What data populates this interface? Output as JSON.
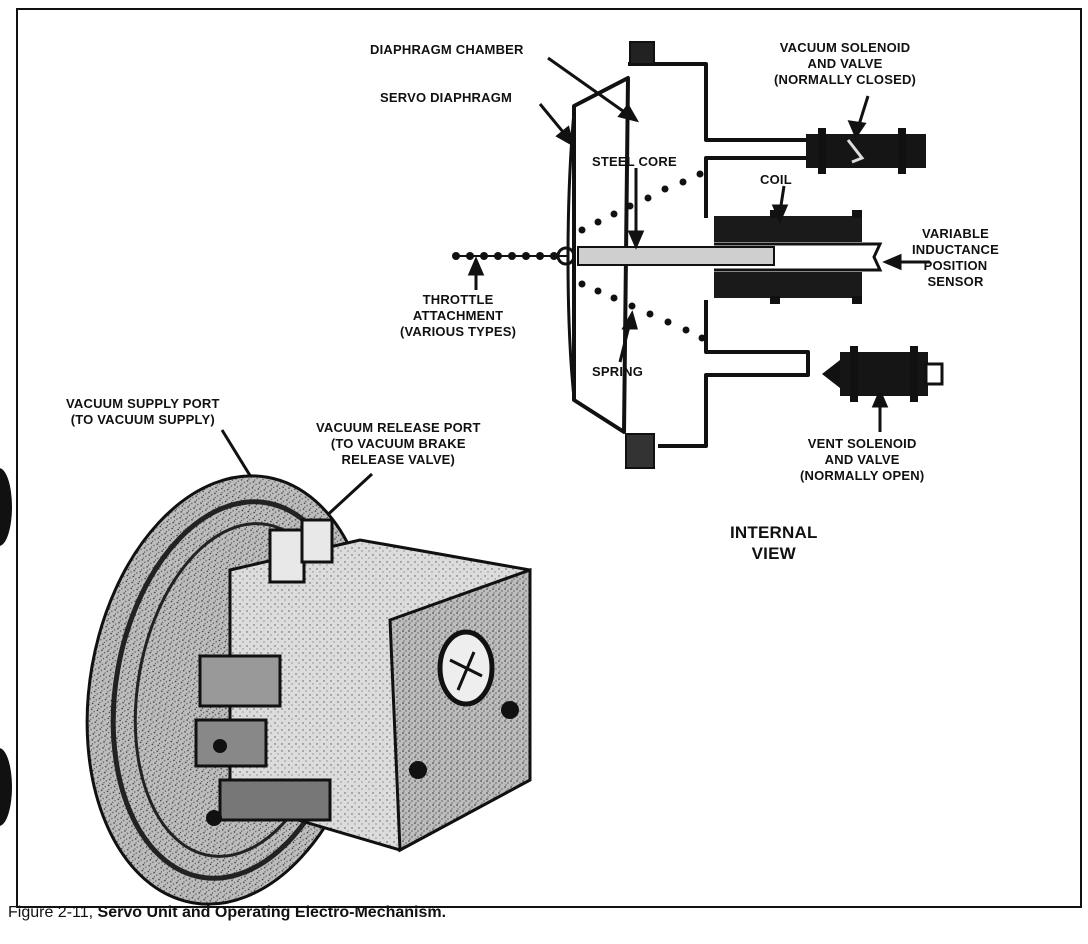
{
  "labels": {
    "diaphragm_chamber": "DIAPHRAGM CHAMBER",
    "servo_diaphragm": "SERVO DIAPHRAGM",
    "vacuum_solenoid": "VACUUM SOLENOID\nAND VALVE\n(NORMALLY CLOSED)",
    "steel_core": "STEEL CORE",
    "coil": "COIL",
    "variable_inductance": "VARIABLE\nINDUCTANCE\nPOSITION\nSENSOR",
    "throttle_attachment": "THROTTLE\nATTACHMENT\n(VARIOUS TYPES)",
    "spring": "SPRING",
    "vent_solenoid": "VENT SOLENOID\nAND VALVE\n(NORMALLY OPEN)",
    "internal_view": "INTERNAL\nVIEW",
    "vacuum_supply_port": "VACUUM SUPPLY PORT\n(TO VACUUM SUPPLY)",
    "vacuum_release_port": "VACUUM RELEASE PORT\n(TO VACUUM BRAKE\nRELEASE VALVE)"
  },
  "caption": {
    "figure_number": "Figure 2-11,",
    "title": "Servo Unit and Operating Electro-Mechanism."
  }
}
